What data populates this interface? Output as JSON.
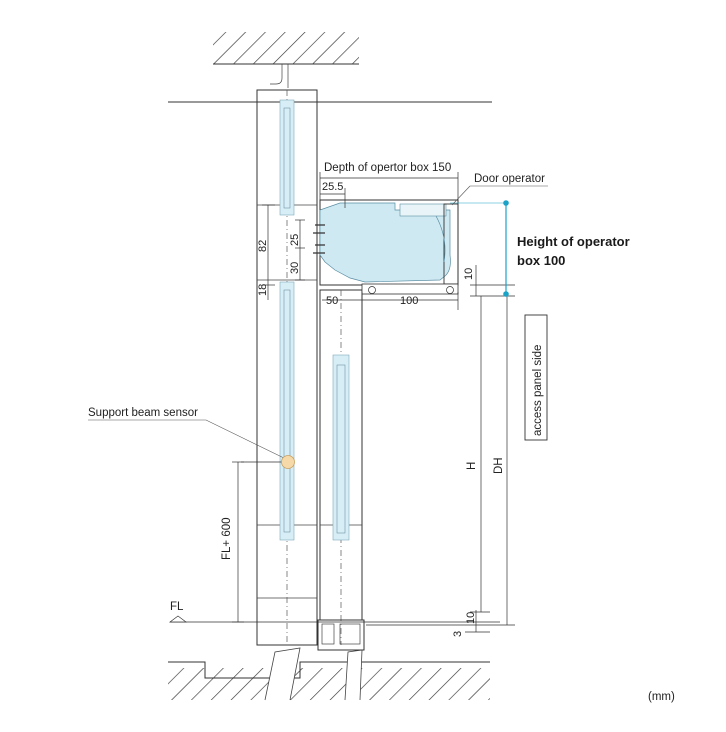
{
  "labels": {
    "depth": "Depth of opertor box 150",
    "door_operator": "Door operator",
    "height_line1": "Height of operator",
    "height_line2": "box 100",
    "access_panel": "access panel side",
    "support_sensor": "Support beam sensor",
    "fl": "FL",
    "fl600": "FL+ 600",
    "h": "H",
    "dh": "DH",
    "unit": "(mm)"
  },
  "dimensions": {
    "d25_5": "25.5",
    "d82": "82",
    "d25": "25",
    "d30": "30",
    "d18": "18",
    "d10_top": "10",
    "d50": "50",
    "d100": "100",
    "d10_bottom": "10",
    "d3": "3"
  },
  "colors": {
    "operator_fill": "#cfe9f3",
    "glass_fill": "#d8eef6",
    "height_dim": "#1aa3c7",
    "sensor_fill": "#f5d9a8"
  }
}
